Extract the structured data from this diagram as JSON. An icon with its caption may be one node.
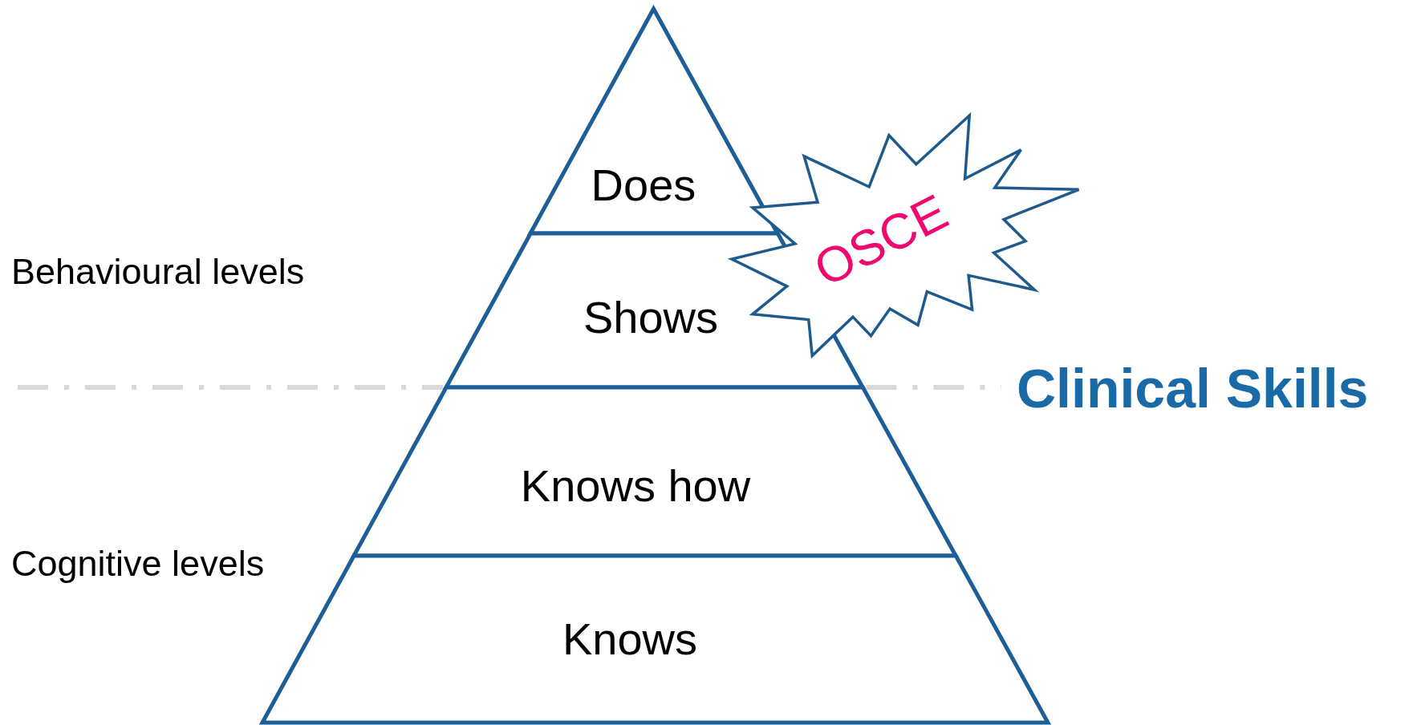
{
  "diagram": {
    "nodes": [
      {
        "text": [
          "Does"
        ]
      },
      {
        "text": [
          "Shows"
        ]
      },
      {
        "text": [
          "Knows how"
        ]
      },
      {
        "text": [
          "Knows"
        ]
      },
      {
        "text": [
          "OSCE"
        ]
      }
    ],
    "labels": [
      "Behavioural levels",
      "Clinical Skills",
      "Cognitive levels"
    ]
  }
}
